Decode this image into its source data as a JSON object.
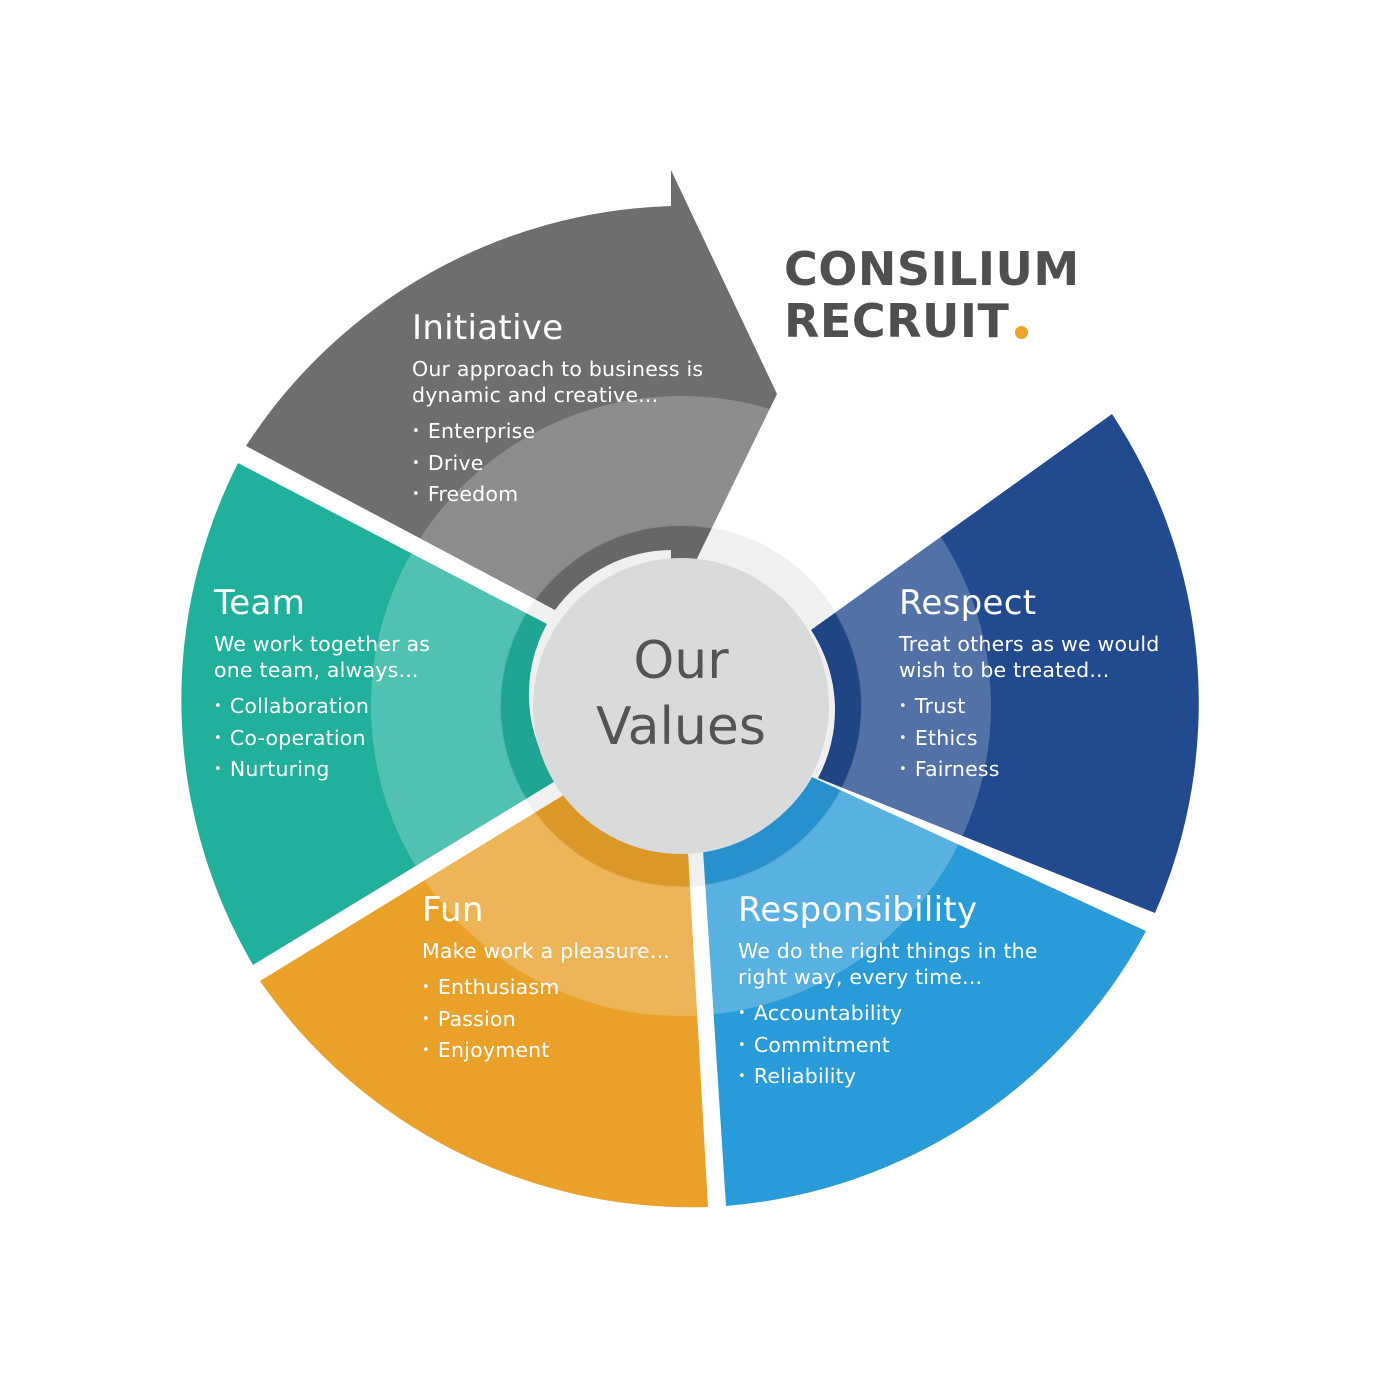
{
  "logo": {
    "line1": "CONSILIUM",
    "line2": "RECRUIT",
    "dot_color": "#eca329"
  },
  "center": {
    "line1": "Our",
    "line2": "Values"
  },
  "values": {
    "initiative": {
      "title": "Initiative",
      "description": "Our approach to business is dynamic and creative...",
      "items": [
        "Enterprise",
        "Drive",
        "Freedom"
      ],
      "color": "#6d6e70"
    },
    "respect": {
      "title": "Respect",
      "description": "Treat others as we would wish to be treated...",
      "items": [
        "Trust",
        "Ethics",
        "Fairness"
      ],
      "color": "#224a8e"
    },
    "responsibility": {
      "title": "Responsibility",
      "description": "We do the right things in the right way, every time...",
      "items": [
        "Accountability",
        "Commitment",
        "Reliability"
      ],
      "color": "#299bd9"
    },
    "fun": {
      "title": "Fun",
      "description": "Make work a pleasure...",
      "items": [
        "Enthusiasm",
        "Passion",
        "Enjoyment"
      ],
      "color": "#e9a12a"
    },
    "team": {
      "title": "Team",
      "description": "We work together as one team, always...",
      "items": [
        "Collaboration",
        "Co-operation",
        "Nurturing"
      ],
      "color": "#21b09b"
    }
  }
}
